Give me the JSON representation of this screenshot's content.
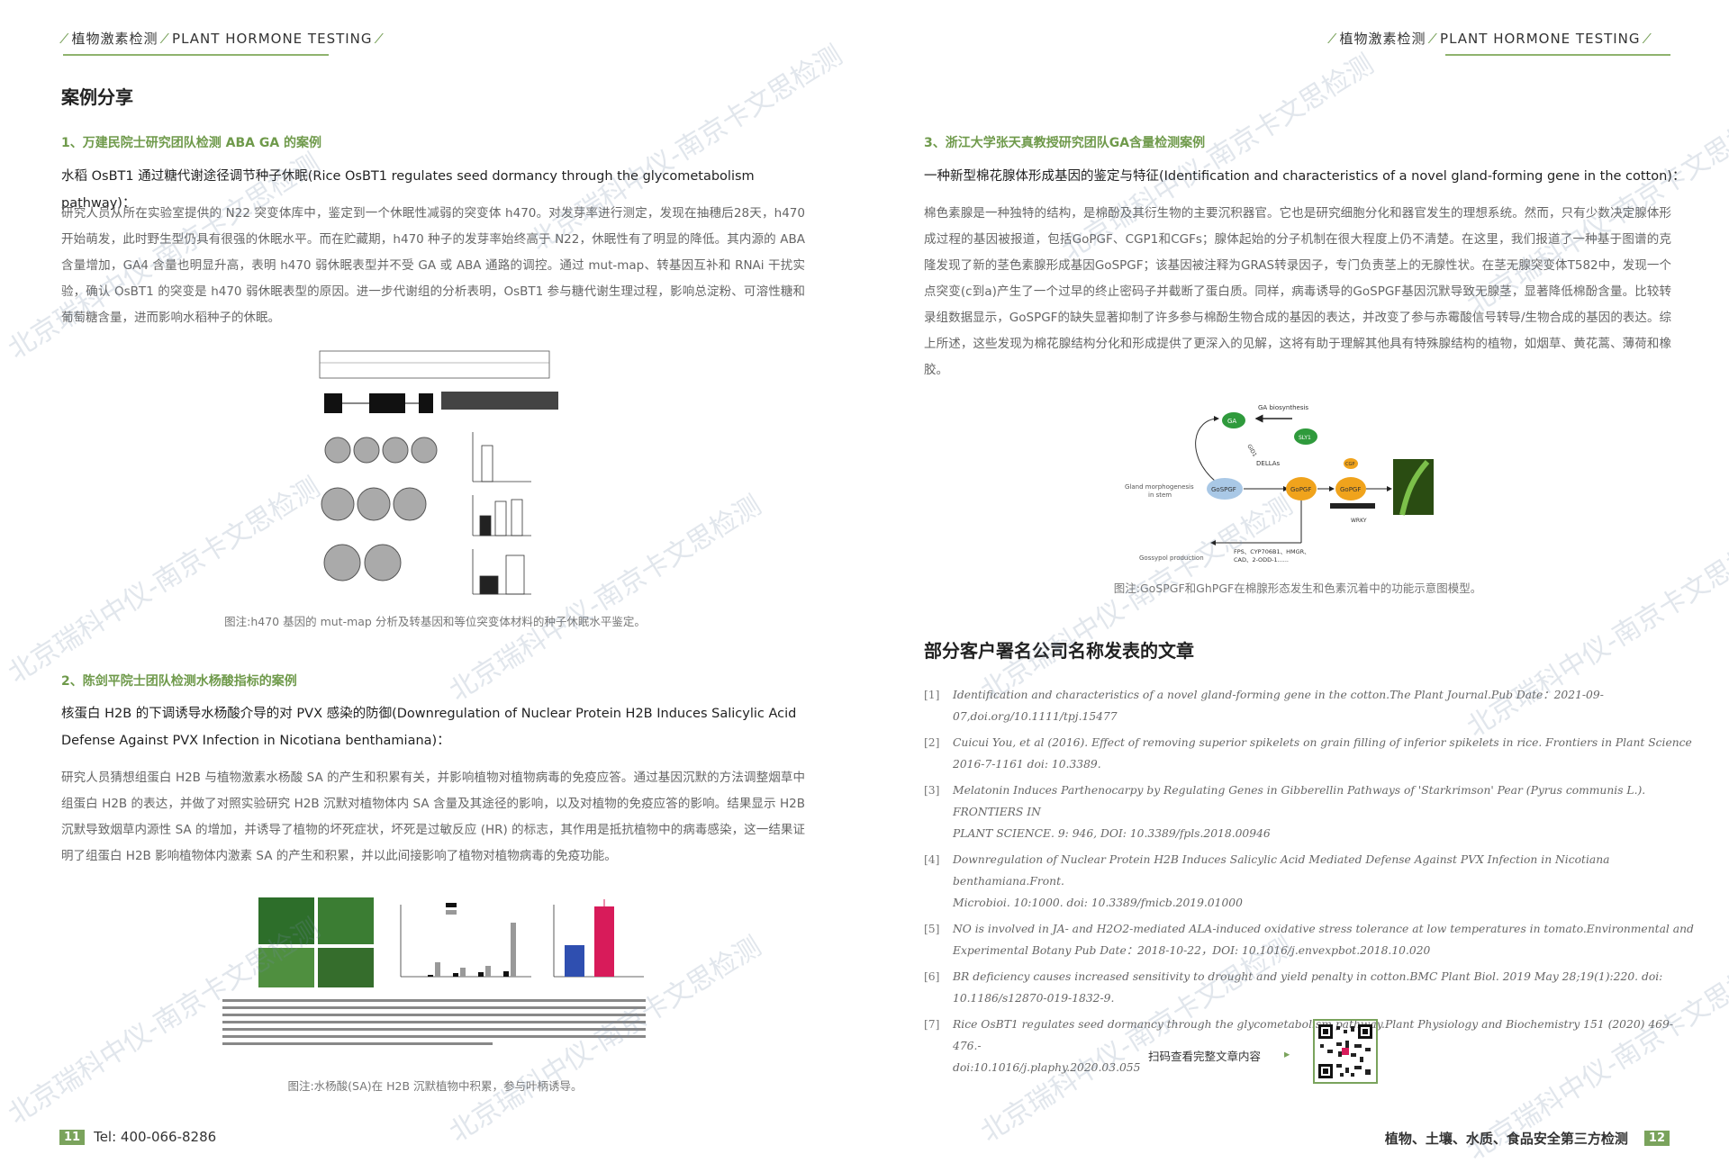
{
  "header": {
    "cn": "植物激素检测",
    "en": "PLANT HORMONE TESTING"
  },
  "left": {
    "section_title": "案例分享",
    "case1": {
      "title": "1、万建民院士研究团队检测 ABA GA 的案例",
      "subtitle": "水稻 OsBT1 通过糖代谢途径调节种子休眠(Rice OsBT1 regulates seed dormancy through the glycometabolism pathway)：",
      "paragraph": "研究人员从所在实验室提供的 N22 突变体库中，鉴定到一个休眠性减弱的突变体 h470。对发芽率进行测定，发现在抽穗后28天，h470 开始萌发，此时野生型仍具有很强的休眠水平。而在贮藏期，h470 种子的发芽率始终高于 N22，休眠性有了明显的降低。其内源的 ABA 含量增加，GA4 含量也明显升高，表明 h470 弱休眠表型并不受 GA 或 ABA 通路的调控。通过 mut-map、转基因互补和 RNAi 干扰实验，确认 OsBT1 的突变是 h470 弱休眠表型的原因。进一步代谢组的分析表明，OsBT1 参与糖代谢生理过程，影响总淀粉、可溶性糖和葡萄糖含量，进而影响水稻种子的休眠。",
      "caption": "图注:h470 基因的 mut-map 分析及转基因和等位突变体材料的种子休眠水平鉴定。"
    },
    "case2": {
      "title": "2、陈剑平院士团队检测水杨酸指标的案例",
      "subtitle": "核蛋白 H2B 的下调诱导水杨酸介导的对 PVX 感染的防御(Downregulation of Nuclear Protein H2B Induces Salicylic  Acid Defense Against PVX Infection in Nicotiana benthamiana)：",
      "paragraph": "研究人员猜想组蛋白 H2B 与植物激素水杨酸 SA 的产生和积累有关，并影响植物对植物病毒的免疫应答。通过基因沉默的方法调整烟草中组蛋白 H2B 的表达，并做了对照实验研究 H2B 沉默对植物体内 SA 含量及其途径的影响，以及对植物的免疫应答的影响。结果显示 H2B 沉默导致烟草内源性 SA 的增加，并诱导了植物的坏死症状，坏死是过敏反应 (HR) 的标志，其作用是抵抗植物中的病毒感染，这一结果证明了组蛋白 H2B 影响植物体内激素 SA 的产生和积累，并以此间接影响了植物对植物病毒的免疫功能。",
      "caption": "图注:水杨酸(SA)在 H2B 沉默植物中积累，参与叶柄诱导。"
    },
    "footer": {
      "page": "11",
      "tel": "Tel: 400-066-8286"
    }
  },
  "right": {
    "case3": {
      "title": "3、浙江大学张天真教授研究团队GA含量检测案例",
      "subtitle": "一种新型棉花腺体形成基因的鉴定与特征(Identification and characteristics of a novel gland-forming gene in the cotton)：",
      "paragraph": "棉色素腺是一种独特的结构，是棉酚及其衍生物的主要沉积器官。它也是研究细胞分化和器官发生的理想系统。然而，只有少数决定腺体形成过程的基因被报道，包括GoPGF、CGP1和CGFs；腺体起始的分子机制在很大程度上仍不清楚。在这里，我们报道了一种基于图谱的克隆发现了新的茎色素腺形成基因GoSPGF；该基因被注释为GRAS转录因子，专门负责茎上的无腺性状。在茎无腺突变体T582中，发现一个点突变(c到a)产生了一个过早的终止密码子并截断了蛋白质。同样，病毒诱导的GoSPGF基因沉默导致无腺茎，显著降低棉酚含量。比较转录组数据显示，GoSPGF的缺失显著抑制了许多参与棉酚生物合成的基因的表达，并改变了参与赤霉酸信号转导/生物合成的基因的表达。综上所述，这些发现为棉花腺结构分化和形成提供了更深入的见解，这将有助于理解其他具有特殊腺结构的植物，如烟草、黄花蒿、薄荷和橡胶。",
      "caption": "图注:GoSPGF和GhPGF在棉腺形态发生和色素沉着中的功能示意图模型。",
      "diagram_labels": {
        "ga": "GA",
        "ga_bio": "GA biosynthesis",
        "gid1": "GID1",
        "sly1": "SLY1",
        "dellas": "DELLAs",
        "gland": "Gland morphogenesis",
        "in_stem": "in stem",
        "gospgf": "GoSPGF",
        "gopgf": "GoPGF",
        "cgp": "CGP",
        "gopgf2": "GoPGF",
        "wrky": "WRKY",
        "gossypol": "Gossypol production",
        "fps": "FPS、CYP706B1、HMGR、",
        "cad": "CAD、2-ODD-1......"
      }
    },
    "publications": {
      "title": "部分客户署名公司名称发表的文章",
      "items": [
        {
          "num": "[1]",
          "lines": [
            "Identification and characteristics of a novel gland-forming gene in the cotton.The Plant Journal.Pub Date：2021-09-07,doi.org/10.1111/tpj.15477"
          ]
        },
        {
          "num": "[2]",
          "lines": [
            "Cuicui You, et al (2016). Effect of removing superior spikelets on grain filling of inferior spikelets in rice. Frontiers in Plant Science",
            "2016-7-1161 doi: 10.3389."
          ]
        },
        {
          "num": "[3]",
          "lines": [
            "Melatonin Induces Parthenocarpy by Regulating Genes in Gibberellin Pathways of 'Starkrimson' Pear (Pyrus communis L.). FRONTIERS IN",
            "PLANT SCIENCE. 9: 946, DOI: 10.3389/fpls.2018.00946"
          ]
        },
        {
          "num": "[4]",
          "lines": [
            "Downregulation of Nuclear Protein H2B Induces Salicylic Acid Mediated Defense Against PVX Infection in Nicotiana benthamiana.Front.",
            "Microbioi. 10:1000. doi: 10.3389/fmicb.2019.01000"
          ]
        },
        {
          "num": "[5]",
          "lines": [
            "NO is involved in JA- and H2O2-mediated ALA-induced oxidative stress tolerance at low temperatures in tomato.Environmental and",
            "Experimental Botany Pub Date：2018-10-22，DOI: 10.1016/j.envexpbot.2018.10.020"
          ]
        },
        {
          "num": "[6]",
          "lines": [
            "BR deficiency causes increased sensitivity to drought and yield penalty in cotton.BMC Plant Biol. 2019 May 28;19(1):220. doi:",
            "10.1186/s12870-019-1832-9."
          ]
        },
        {
          "num": "[7]",
          "lines": [
            "Rice OsBT1 regulates seed dormancy through the glycometabolism pathway.Plant Physiology and Biochemistry 151 (2020) 469-476.-",
            "doi:10.1016/j.plaphy.2020.03.055"
          ]
        }
      ]
    },
    "qr": {
      "label": "扫码查看完整文章内容",
      "arrow": "▸"
    },
    "footer": {
      "text": "植物、土壤、水质、食品安全第三方检测",
      "page": "12"
    }
  },
  "watermark": "北京瑞科中仪-南京卡文思检测",
  "colors": {
    "accent_green": "#7aa35c",
    "title_green": "#6f9a4b",
    "diagram_green": "#2f9a3c",
    "diagram_orange": "#f0a31c",
    "diagram_blue": "#a9c8e6",
    "bar_red": "#d81b5a",
    "bar_blue": "#2f4fb0"
  }
}
